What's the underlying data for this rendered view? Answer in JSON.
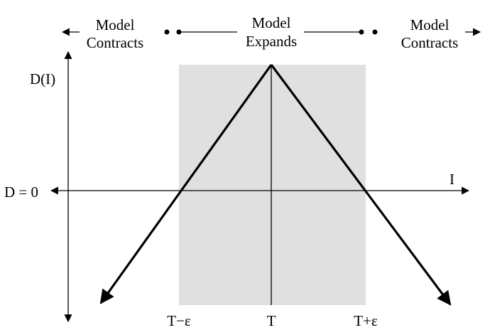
{
  "regions": {
    "left": {
      "line1": "Model",
      "line2": "Contracts"
    },
    "middle": {
      "line1": "Model",
      "line2": "Expands"
    },
    "right": {
      "line1": "Model",
      "line2": "Contracts"
    }
  },
  "axes": {
    "y_label": "D(I)",
    "x_label": "I",
    "zero_label": "D = 0"
  },
  "ticks": {
    "left": "T−ε",
    "center": "T",
    "right": "T+ε"
  },
  "colors": {
    "shaded_region": "#e0e0e0",
    "lines": "#000000",
    "background": "#ffffff"
  }
}
